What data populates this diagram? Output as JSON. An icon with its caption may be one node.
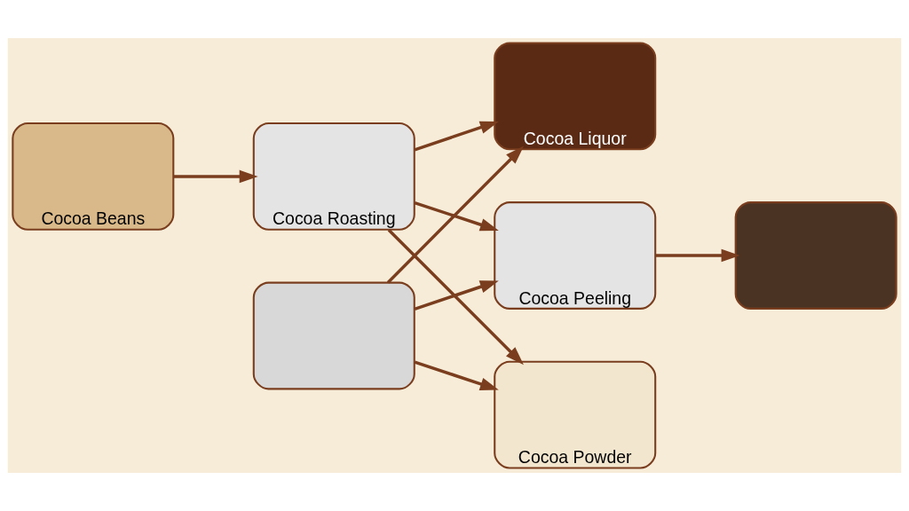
{
  "diagram": {
    "nodes": [
      {
        "text": [
          "Cocoa Beans"
        ]
      },
      {
        "text": [
          "Cocoa Roasting"
        ]
      },
      {
        "text": [
          "Cocoa Liquor"
        ]
      },
      {
        "text": [
          "Cocoa Peeling"
        ]
      },
      {
        "text": [],
        "shape": "box"
      },
      {
        "text": [],
        "shape": "box"
      },
      {
        "text": [
          "Cocoa Powder"
        ]
      }
    ],
    "edges": [
      {
        "from": 0,
        "to": 1,
        "arrow": "to"
      },
      {
        "from": 1,
        "to": 3,
        "arrow": "to"
      },
      {
        "from": 1,
        "to": 2,
        "arrow": "to"
      },
      {
        "from": 1,
        "to": 6,
        "arrow": "to"
      },
      {
        "from": 5,
        "to": 3,
        "arrow": "to"
      },
      {
        "from": 5,
        "to": 2,
        "arrow": "to"
      },
      {
        "from": 5,
        "to": 6,
        "arrow": "to"
      },
      {
        "from": 3,
        "to": 4,
        "arrow": "to"
      }
    ]
  }
}
